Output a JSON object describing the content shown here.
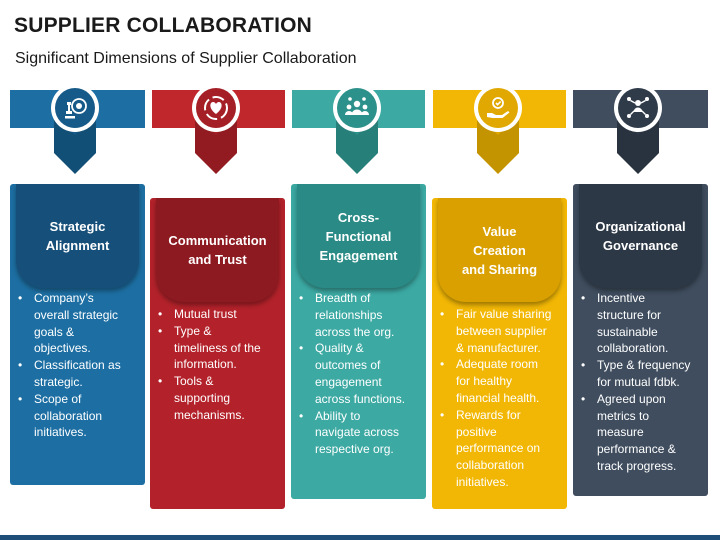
{
  "title": "SUPPLIER COLLABORATION",
  "subtitle": "Significant Dimensions of Supplier Collaboration",
  "columns": [
    {
      "heading": [
        "Strategic",
        "Alignment"
      ],
      "icon": "chess-target-icon",
      "colors": {
        "ribbon": "#1d6fa3",
        "pin": "#155a88",
        "card": "#1d6fa3",
        "head": "#164f79"
      },
      "bullets": [
        [
          "Company’s",
          "overall strategic",
          "goals &",
          "objectives."
        ],
        [
          "Classification as",
          "strategic."
        ],
        [
          "Scope of",
          "collaboration",
          "initiatives."
        ]
      ]
    },
    {
      "heading": [
        "Communication",
        "and Trust"
      ],
      "icon": "heart-handshake-icon",
      "colors": {
        "ribbon": "#c0272d",
        "pin": "#a51f26",
        "card": "#b3222a",
        "head": "#8e1a21"
      },
      "bullets": [
        [
          "Mutual trust"
        ],
        [
          "Type &",
          "timeliness of the",
          "information."
        ],
        [
          "Tools &",
          "supporting",
          "mechanisms."
        ]
      ]
    },
    {
      "heading": [
        "Cross-",
        "Functional",
        "Engagement"
      ],
      "icon": "team-network-icon",
      "colors": {
        "ribbon": "#3ca9a3",
        "pin": "#2d918b",
        "card": "#3ca9a3",
        "head": "#2a8a85"
      },
      "bullets": [
        [
          "Breadth of",
          "relationships",
          "across the org."
        ],
        [
          "Quality &",
          "outcomes of",
          "engagement",
          "across functions."
        ],
        [
          "Ability to",
          "navigate across",
          "respective org."
        ]
      ]
    },
    {
      "heading": [
        "Value",
        "Creation",
        "and Sharing"
      ],
      "icon": "hand-coins-icon",
      "colors": {
        "ribbon": "#f2b705",
        "pin": "#e0a800",
        "card": "#f2b705",
        "head": "#d9a000"
      },
      "bullets": [
        [
          "Fair value sharing",
          "between supplier",
          "& manufacturer."
        ],
        [
          "Adequate room",
          "for healthy",
          "financial health."
        ],
        [
          "Rewards for",
          "positive",
          "performance on",
          "collaboration",
          "initiatives."
        ]
      ]
    },
    {
      "heading": [
        "Organizational",
        "Governance"
      ],
      "icon": "org-hierarchy-icon",
      "colors": {
        "ribbon": "#3f4d5e",
        "pin": "#2f3b49",
        "card": "#3f4d5e",
        "head": "#2d3846"
      },
      "bullets": [
        [
          "Incentive",
          "structure for",
          "sustainable",
          "collaboration."
        ],
        [
          "Type & frequency",
          "for mutual fdbk."
        ],
        [
          "Agreed upon",
          "metrics to",
          "measure",
          "performance &",
          "track progress."
        ]
      ]
    }
  ]
}
